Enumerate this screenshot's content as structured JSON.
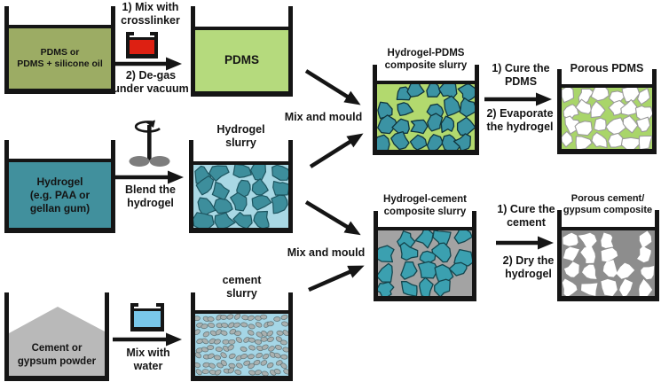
{
  "beakers": {
    "pdms_raw": {
      "label": "PDMS or\nPDMS + silicone oil"
    },
    "pdms": {
      "label": "PDMS"
    },
    "hydrogel_raw": {
      "label": "Hydrogel\n(e.g. PAA or\ngellan gum)"
    },
    "hydrogel_slurry": {
      "label": "Hydrogel\nslurry"
    },
    "cement_raw": {
      "label": "Cement or\ngypsum powder"
    },
    "cement_slurry": {
      "label": "cement\nslurry"
    },
    "composite_pdms": {
      "label": "Hydrogel-PDMS\ncomposite slurry"
    },
    "porous_pdms": {
      "label": "Porous PDMS"
    },
    "composite_cement": {
      "label": "Hydrogel-cement\ncomposite slurry"
    },
    "porous_cement": {
      "label": "Porous cement/\ngypsum composite"
    }
  },
  "arrows": {
    "crosslink_above": "1) Mix with\ncrosslinker",
    "crosslink_below": "2) De-gas\nunder vacuum",
    "blend_below": "Blend the\nhydrogel",
    "water_below": "Mix with\nwater",
    "mix_and_mould_top": "Mix and mould",
    "mix_and_mould_bottom": "Mix and mould",
    "cure_pdms_above": "1) Cure the\nPDMS",
    "cure_pdms_below": "2) Evaporate\nthe hydrogel",
    "cure_cement_above": "1) Cure the\ncement",
    "cure_cement_below": "2) Dry the\nhydrogel"
  },
  "icons": {
    "crosslinker": "crosslinker-beaker-icon",
    "blender": "blender-mixer-icon",
    "water": "water-beaker-icon"
  },
  "colors": {
    "outline": "#151515",
    "text": "#141414",
    "pdms_oil_liquid": "#9cac64",
    "pdms_liquid": "#b5da7d",
    "hydrogel_liquid": "#41909d",
    "slurry_liquid": "#a9d8e4",
    "slurry_blob": "#3d8e9c",
    "slurry_blob_stroke": "#1d5560",
    "cement_powder": "#b9b9b9",
    "cement_slurry_liquid": "#a5d6e6",
    "cement_particle": "#a9b0af",
    "cement_particle_stroke": "#5e7478",
    "composite_pdms_liquid": "#b2d96e",
    "composite_blob": "#3b93a4",
    "composite_blob_stroke": "#10343c",
    "composite_cement_liquid": "#a3a3a3",
    "composite_cement_blob": "#3ba0b0",
    "composite_cement_blob_stroke": "#14454d",
    "porous_pdms_liquid": "#a9d56a",
    "pore_fill": "#ffffff",
    "pore_stroke": "#9a9a9a",
    "porous_cement_liquid": "#8d8d8d",
    "crosslinker_liquid": "#dd2012",
    "water_liquid": "#79c7ea",
    "blender_paddle": "#7d7d7d"
  }
}
